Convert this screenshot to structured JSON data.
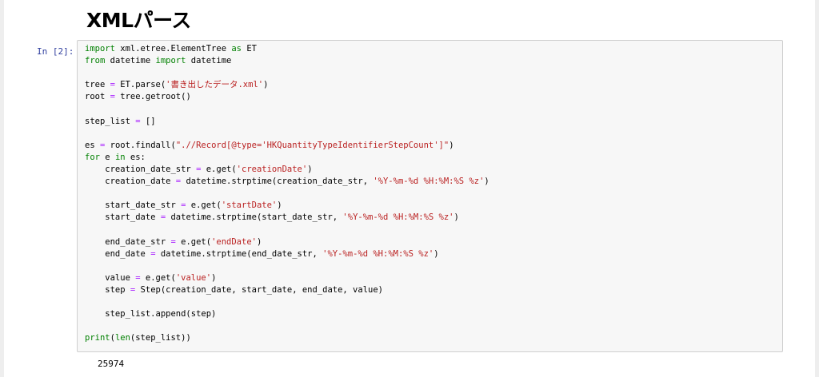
{
  "notebook": {
    "heading": "XMLパース",
    "cell": {
      "prompt": "In [2]:",
      "lines": [
        [
          {
            "t": "import",
            "c": "kw"
          },
          {
            "t": " xml.etree.ElementTree "
          },
          {
            "t": "as",
            "c": "kw"
          },
          {
            "t": " ET"
          }
        ],
        [
          {
            "t": "from",
            "c": "kw"
          },
          {
            "t": " datetime "
          },
          {
            "t": "import",
            "c": "kw"
          },
          {
            "t": " datetime"
          }
        ],
        [],
        [
          {
            "t": "tree "
          },
          {
            "t": "=",
            "c": "op"
          },
          {
            "t": " ET.parse("
          },
          {
            "t": "'書き出したデータ.xml'",
            "c": "str"
          },
          {
            "t": ")"
          }
        ],
        [
          {
            "t": "root "
          },
          {
            "t": "=",
            "c": "op"
          },
          {
            "t": " tree.getroot()"
          }
        ],
        [],
        [
          {
            "t": "step_list "
          },
          {
            "t": "=",
            "c": "op"
          },
          {
            "t": " []"
          }
        ],
        [],
        [
          {
            "t": "es "
          },
          {
            "t": "=",
            "c": "op"
          },
          {
            "t": " root.findall("
          },
          {
            "t": "\".//Record[@type='HKQuantityTypeIdentifierStepCount']\"",
            "c": "str"
          },
          {
            "t": ")"
          }
        ],
        [
          {
            "t": "for",
            "c": "kw"
          },
          {
            "t": " e "
          },
          {
            "t": "in",
            "c": "kw"
          },
          {
            "t": " es:"
          }
        ],
        [
          {
            "t": "    creation_date_str "
          },
          {
            "t": "=",
            "c": "op"
          },
          {
            "t": " e.get("
          },
          {
            "t": "'creationDate'",
            "c": "str"
          },
          {
            "t": ")"
          }
        ],
        [
          {
            "t": "    creation_date "
          },
          {
            "t": "=",
            "c": "op"
          },
          {
            "t": " datetime.strptime(creation_date_str, "
          },
          {
            "t": "'%Y-%m-%d %H:%M:%S %z'",
            "c": "str"
          },
          {
            "t": ")"
          }
        ],
        [],
        [
          {
            "t": "    start_date_str "
          },
          {
            "t": "=",
            "c": "op"
          },
          {
            "t": " e.get("
          },
          {
            "t": "'startDate'",
            "c": "str"
          },
          {
            "t": ")"
          }
        ],
        [
          {
            "t": "    start_date "
          },
          {
            "t": "=",
            "c": "op"
          },
          {
            "t": " datetime.strptime(start_date_str, "
          },
          {
            "t": "'%Y-%m-%d %H:%M:%S %z'",
            "c": "str"
          },
          {
            "t": ")"
          }
        ],
        [],
        [
          {
            "t": "    end_date_str "
          },
          {
            "t": "=",
            "c": "op"
          },
          {
            "t": " e.get("
          },
          {
            "t": "'endDate'",
            "c": "str"
          },
          {
            "t": ")"
          }
        ],
        [
          {
            "t": "    end_date "
          },
          {
            "t": "=",
            "c": "op"
          },
          {
            "t": " datetime.strptime(end_date_str, "
          },
          {
            "t": "'%Y-%m-%d %H:%M:%S %z'",
            "c": "str"
          },
          {
            "t": ")"
          }
        ],
        [],
        [
          {
            "t": "    value "
          },
          {
            "t": "=",
            "c": "op"
          },
          {
            "t": " e.get("
          },
          {
            "t": "'value'",
            "c": "str"
          },
          {
            "t": ")"
          }
        ],
        [
          {
            "t": "    step "
          },
          {
            "t": "=",
            "c": "op"
          },
          {
            "t": " Step(creation_date, start_date, end_date, value)"
          }
        ],
        [],
        [
          {
            "t": "    step_list.append(step)"
          }
        ],
        [],
        [
          {
            "t": "print",
            "c": "bi"
          },
          {
            "t": "("
          },
          {
            "t": "len",
            "c": "bi"
          },
          {
            "t": "(step_list))"
          }
        ]
      ]
    },
    "output": "25974"
  }
}
